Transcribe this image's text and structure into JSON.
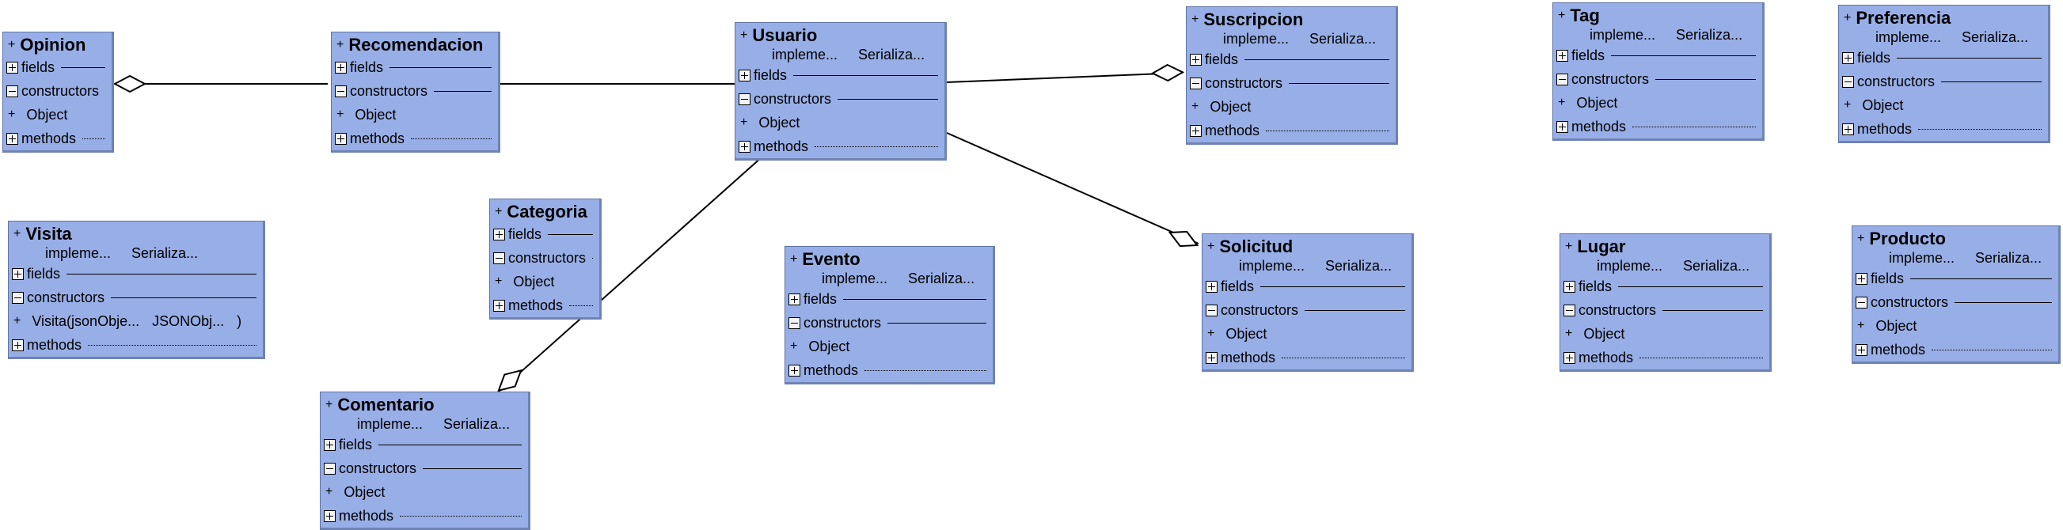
{
  "sections": {
    "fields": "fields",
    "constructors": "constructors",
    "methods": "methods"
  },
  "plus_sign": "+",
  "classes": [
    {
      "id": "opinion",
      "name": "Opinion"
    },
    {
      "id": "recomendacion",
      "name": "Recomendacion"
    },
    {
      "id": "usuario",
      "name": "Usuario",
      "implements": "impleme...",
      "interface": "Serializa..."
    },
    {
      "id": "suscripcion",
      "name": "Suscripcion",
      "implements": "impleme...",
      "interface": "Serializa..."
    },
    {
      "id": "tag",
      "name": "Tag",
      "implements": "impleme...",
      "interface": "Serializa..."
    },
    {
      "id": "preferencia",
      "name": "Preferencia",
      "implements": "impleme...",
      "interface": "Serializa..."
    },
    {
      "id": "visita",
      "name": "Visita",
      "implements": "impleme...",
      "interface": "Serializa...",
      "constructor": {
        "name": "Visita",
        "open": "(",
        "param_name": "jsonObje...",
        "param_type": "JSONObj...",
        "close": ")"
      }
    },
    {
      "id": "categoria",
      "name": "Categoria"
    },
    {
      "id": "evento",
      "name": "Evento",
      "implements": "impleme...",
      "interface": "Serializa..."
    },
    {
      "id": "solicitud",
      "name": "Solicitud",
      "implements": "impleme...",
      "interface": "Serializa..."
    },
    {
      "id": "lugar",
      "name": "Lugar",
      "implements": "impleme...",
      "interface": "Serializa..."
    },
    {
      "id": "producto",
      "name": "Producto",
      "implements": "impleme...",
      "interface": "Serializa..."
    },
    {
      "id": "comentario",
      "name": "Comentario",
      "implements": "impleme...",
      "interface": "Serializa..."
    }
  ],
  "relations": [
    {
      "from": "recomendacion",
      "to": "opinion",
      "kind": "aggregation"
    },
    {
      "from": "usuario",
      "to": "recomendacion",
      "kind": "association"
    },
    {
      "from": "usuario",
      "to": "suscripcion",
      "kind": "aggregation"
    },
    {
      "from": "usuario",
      "to": "solicitud",
      "kind": "aggregation"
    },
    {
      "from": "usuario",
      "to": "comentario",
      "kind": "aggregation"
    }
  ],
  "colors": {
    "box_fill": "#98aee6",
    "box_border": "#5e73a8",
    "line": "#000000",
    "diamond_fill": "#ffffff"
  }
}
